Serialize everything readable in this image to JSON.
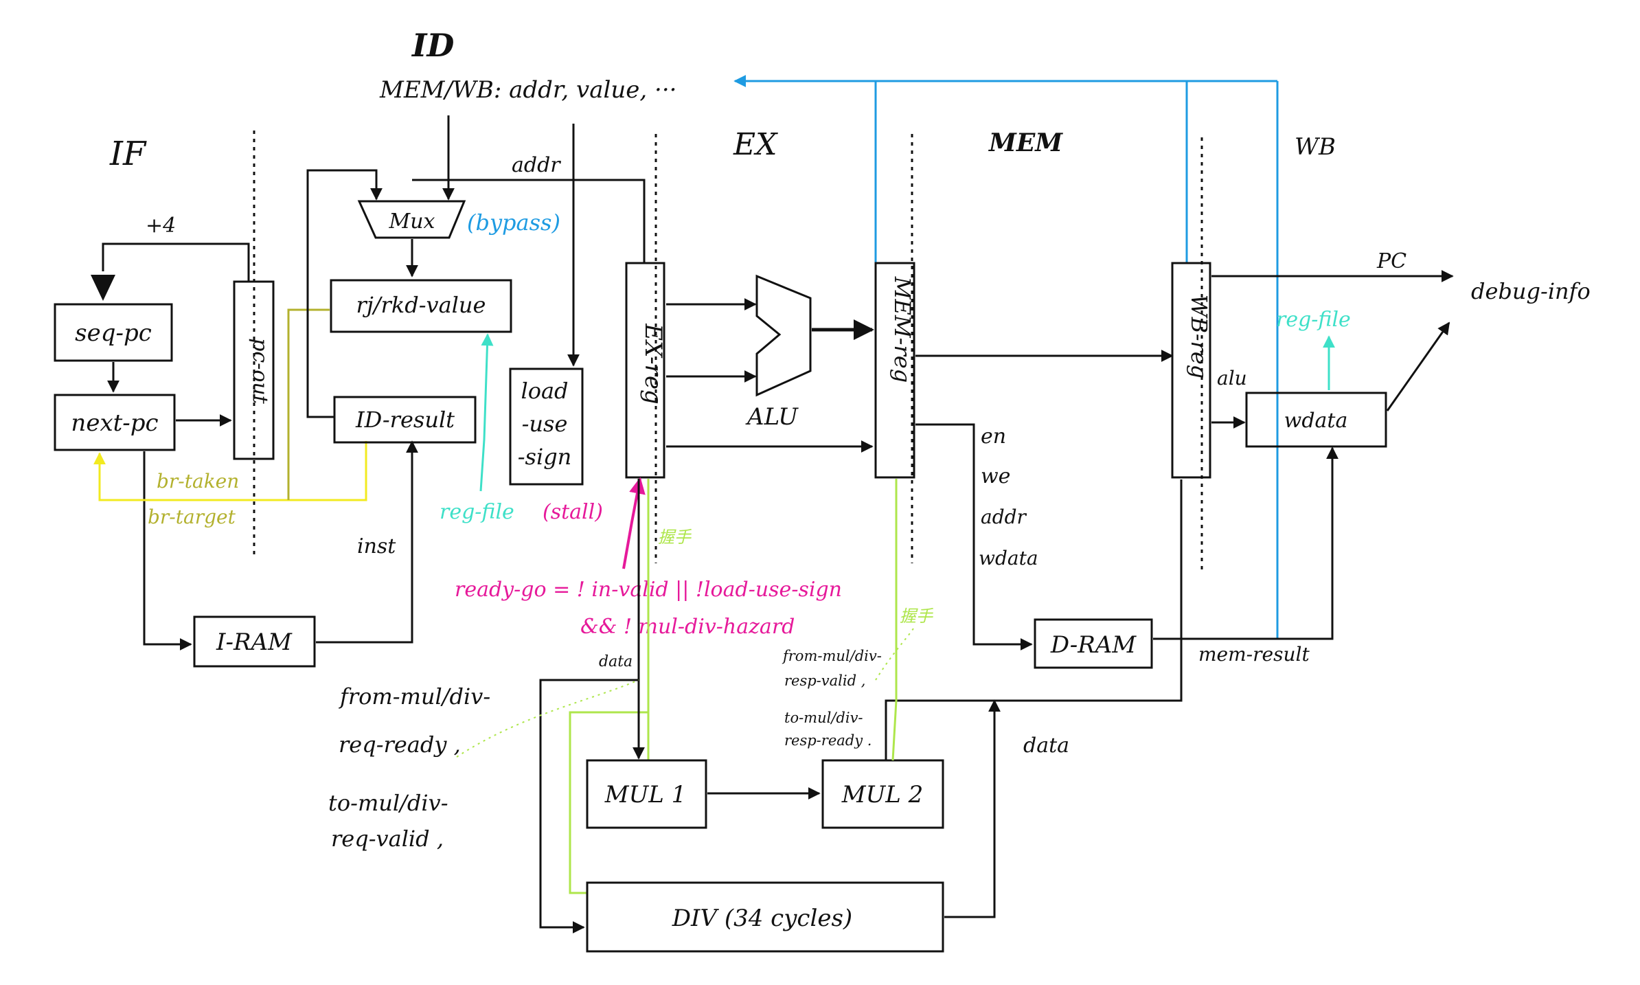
{
  "colors": {
    "ink": "#111111",
    "cyan_blue": "#1e9be2",
    "yellow": "#f2ea20",
    "olive": "#b3b12e",
    "magenta": "#e6199a",
    "lime": "#aee64b",
    "teal": "#3ee0c8"
  },
  "stages": {
    "if": "IF",
    "id": "ID",
    "ex": "EX",
    "mem": "MEM",
    "wb": "WB"
  },
  "id_header": "MEM/WB: addr, value, ···",
  "if_stage": {
    "plus4": "+4",
    "seq_pc": "seq-pc",
    "next_pc": "next-pc",
    "pc_out": "pc-out",
    "br_taken": "br-taken",
    "br_target": "br-target",
    "iram": "I-RAM"
  },
  "id_stage": {
    "mux": "Mux",
    "bypass": "(bypass)",
    "addr": "addr",
    "rj_rkd_value": "rj/rkd-value",
    "reg_file": "reg-file",
    "id_result": "ID-result",
    "load_use_sign": [
      "load",
      "-use",
      "-sign"
    ],
    "stall": "(stall)",
    "inst": "inst"
  },
  "ex_stage": {
    "ex_reg": "EX-reg",
    "alu": "ALU",
    "handshake": "握手",
    "ready_go_line1": "ready-go = ! in-valid || !load-use-sign",
    "ready_go_line2": "&& ! mul-div-hazard",
    "data": "data",
    "from_req_ready": [
      "from-mul/div-",
      "req-ready ,"
    ],
    "to_req_valid": [
      "to-mul/div-",
      "req-valid ,"
    ],
    "mul1": "MUL 1",
    "div": "DIV (34 cycles)"
  },
  "mem_stage": {
    "mem_reg": "MEM-reg",
    "signals": [
      "en",
      "we",
      "addr",
      "wdata"
    ],
    "dram": "D-RAM",
    "mem_result": "mem-result",
    "mul2": "MUL 2",
    "handshake": "握手",
    "from_resp_valid": [
      "from-mul/div-",
      "resp-valid ,"
    ],
    "to_resp_ready": [
      "to-mul/div-",
      "resp-ready ."
    ],
    "data": "data"
  },
  "wb_stage": {
    "wb_reg": "WB-reg",
    "pc": "PC",
    "debug_info": "debug-info",
    "reg_file": "reg-file",
    "alu": "alu",
    "wdata": "wdata"
  }
}
